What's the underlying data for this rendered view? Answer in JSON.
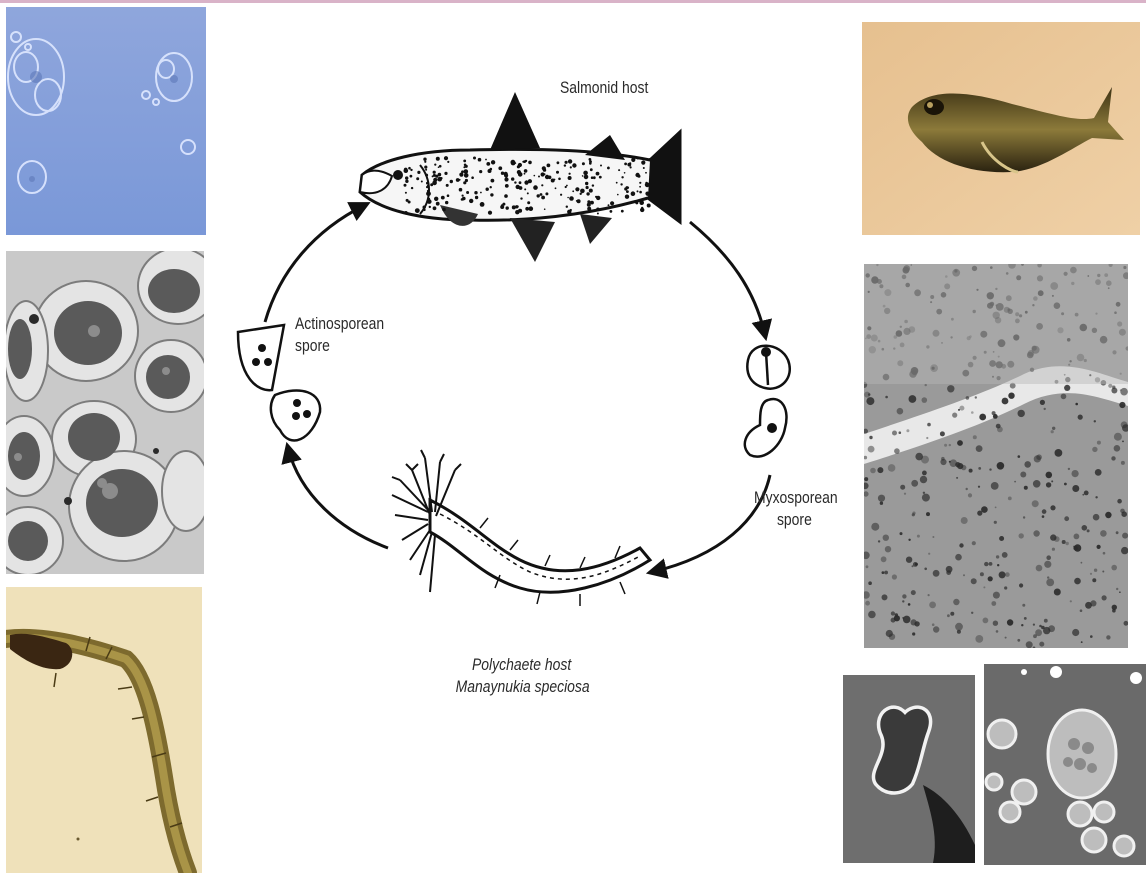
{
  "diagram": {
    "labels": {
      "salmonid_host": "Salmonid host",
      "actinosporean_line1": "Actinosporean",
      "actinosporean_line2": "spore",
      "myxosporean_line1": "Myxosporean",
      "myxosporean_line2": "spore",
      "polychaete_line1": "Polychaete host",
      "polychaete_line2": "Manaynukia speciosa"
    }
  },
  "colors": {
    "line_art": "#111111",
    "micrograph_blue": "#7f9bd8",
    "fish_photo_bg": "#e8c496",
    "worm_photo_bg": "#efe1ba"
  },
  "icons": [
    "micrograph-blue-photo",
    "cell-histology-photo",
    "worm-photo",
    "dark-fish-photo",
    "tissue-section-photo",
    "phase-contrast-spore-photo",
    "cyst-cluster-photo",
    "fish-drawing",
    "worm-drawing",
    "cycle-arrow"
  ]
}
